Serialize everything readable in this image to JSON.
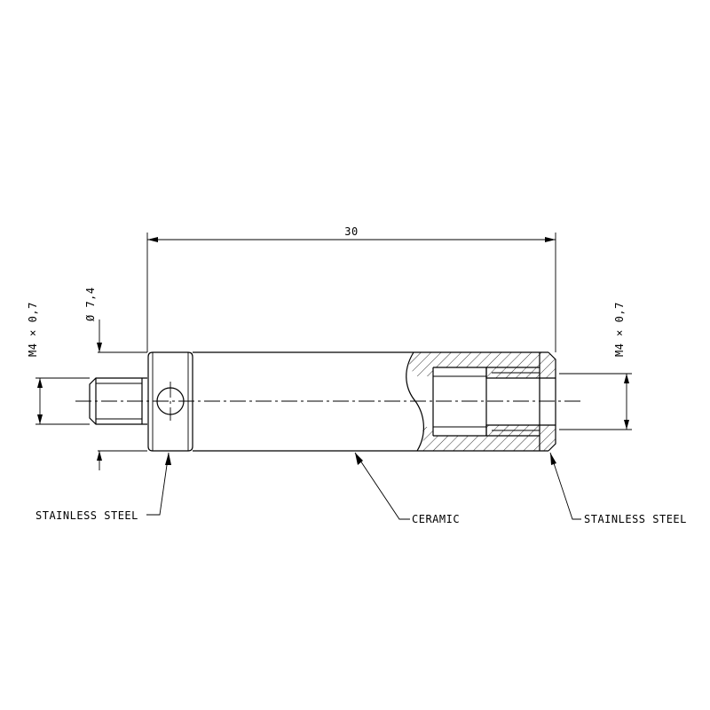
{
  "dimensions": {
    "overall_length": "30",
    "diameter": "Ø 7,4",
    "left_thread": "M4 × 0,7",
    "right_thread": "M4 × 0,7"
  },
  "labels": {
    "left_material": "STAINLESS STEEL",
    "body_material": "CERAMIC",
    "right_material": "STAINLESS STEEL"
  }
}
